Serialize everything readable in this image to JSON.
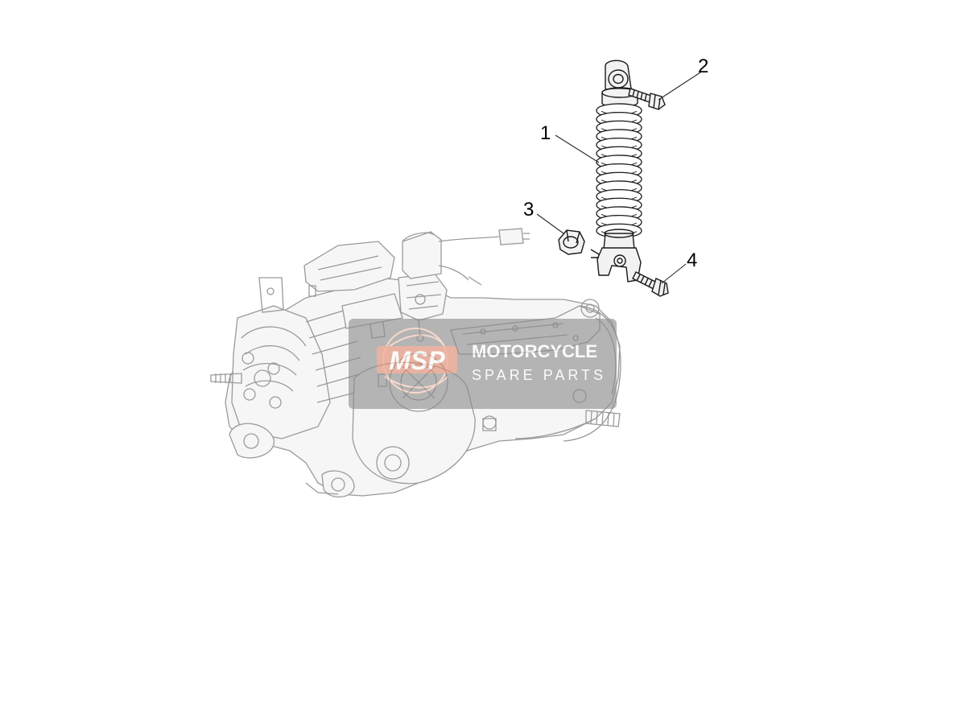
{
  "callouts": [
    {
      "number": "1",
      "part": "shock-absorber"
    },
    {
      "number": "2",
      "part": "upper-bolt"
    },
    {
      "number": "3",
      "part": "nut"
    },
    {
      "number": "4",
      "part": "lower-bolt"
    }
  ],
  "watermark": {
    "logo": "MSP",
    "line1": "MOTORCYCLE",
    "line2": "SPARE PARTS",
    "logo_color": "#f08a6a",
    "box_color": "#9a9a9a"
  },
  "colors": {
    "engine_line": "#9a9a9a",
    "part_line": "#1a1a1a",
    "background": "#ffffff"
  }
}
